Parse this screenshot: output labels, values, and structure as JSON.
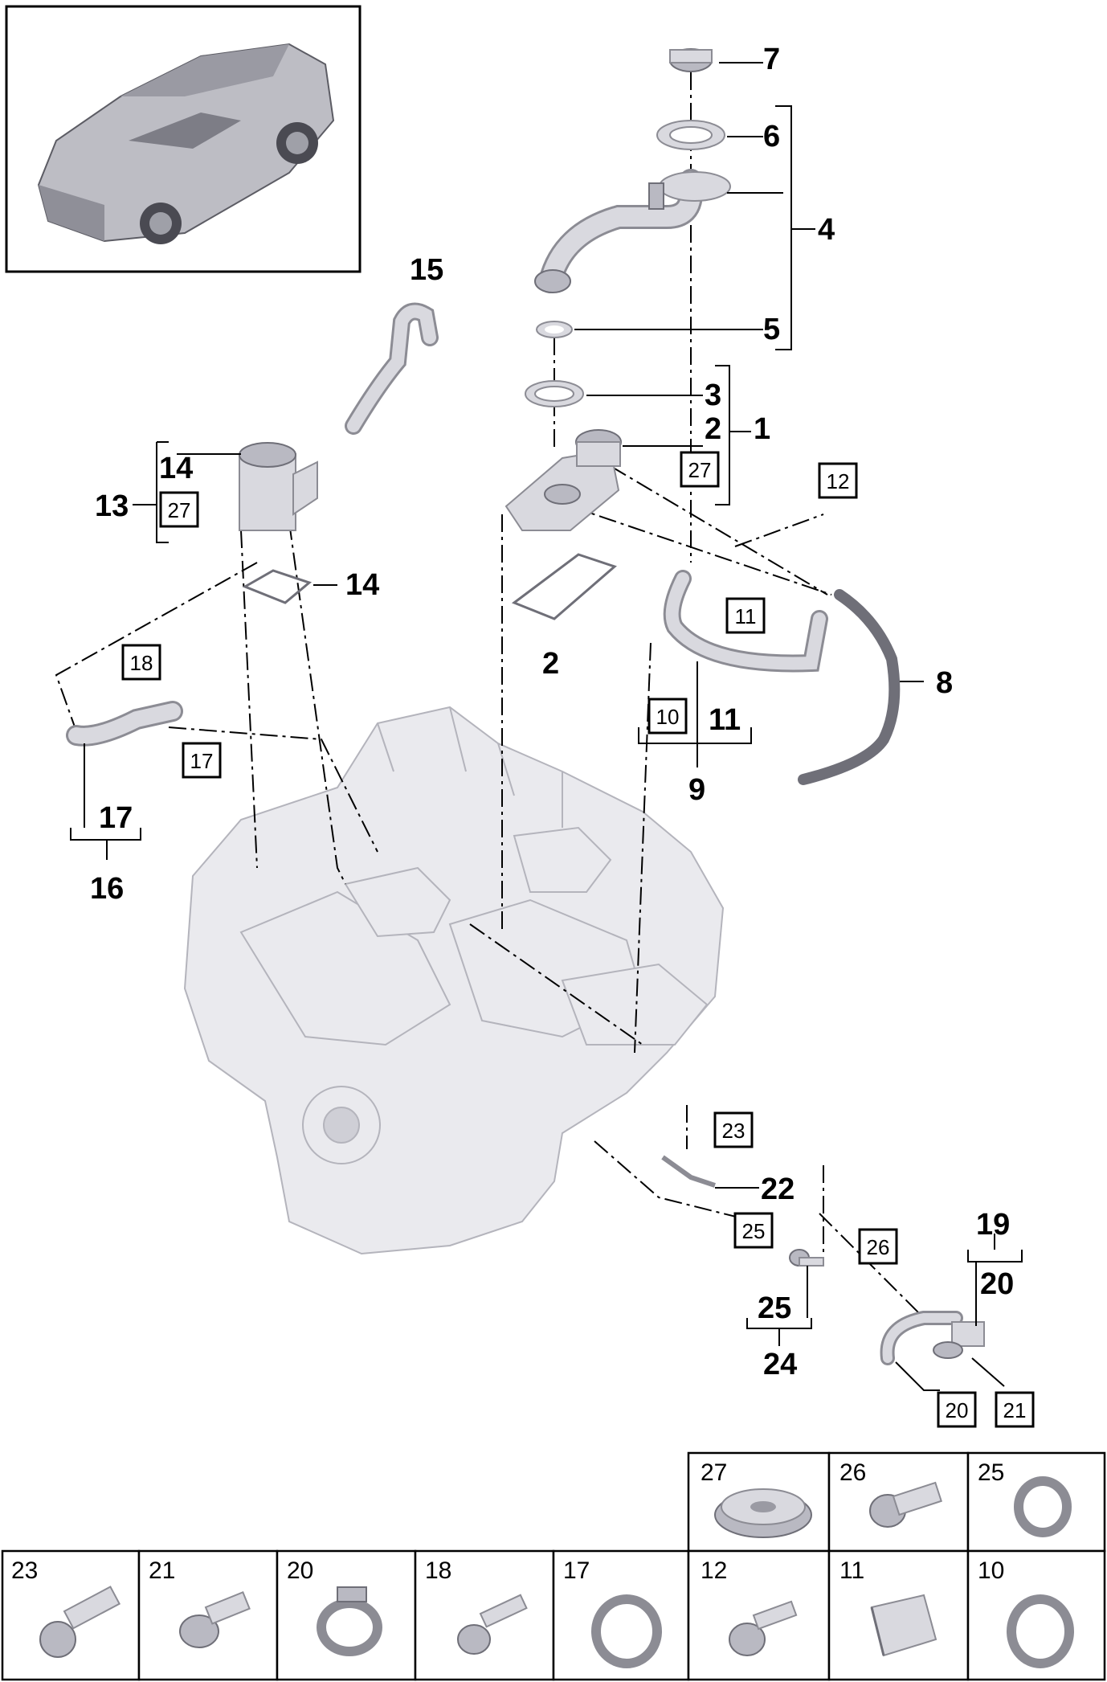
{
  "callouts": {
    "c1": "1",
    "c2a": "2",
    "c2b": "2",
    "c3": "3",
    "c4": "4",
    "c5": "5",
    "c6": "6",
    "c7": "7",
    "c8": "8",
    "c9": "9",
    "c11": "11",
    "c13": "13",
    "c14a": "14",
    "c14b": "14",
    "c15": "15",
    "c16": "16",
    "c17": "17",
    "c19": "19",
    "c20": "20",
    "c22": "22",
    "c24": "24",
    "c25": "25"
  },
  "boxed_refs": {
    "b27a": "27",
    "b27b": "27",
    "b12": "12",
    "b11": "11",
    "b10": "10",
    "b18": "18",
    "b17": "17",
    "b23": "23",
    "b25": "25",
    "b26": "26",
    "b20": "20",
    "b21": "21"
  },
  "fasteners_table": {
    "top_row": [
      "27",
      "26",
      "25"
    ],
    "bottom_row": [
      "23",
      "21",
      "20",
      "18",
      "17",
      "12",
      "11",
      "10"
    ]
  },
  "icons": [
    "vehicle-suv-icon",
    "engine-block-icon",
    "oil-separator-icon",
    "breather-hose-icon",
    "clamp-icon",
    "bolt-icon",
    "seal-ring-icon",
    "cover-cap-icon"
  ]
}
